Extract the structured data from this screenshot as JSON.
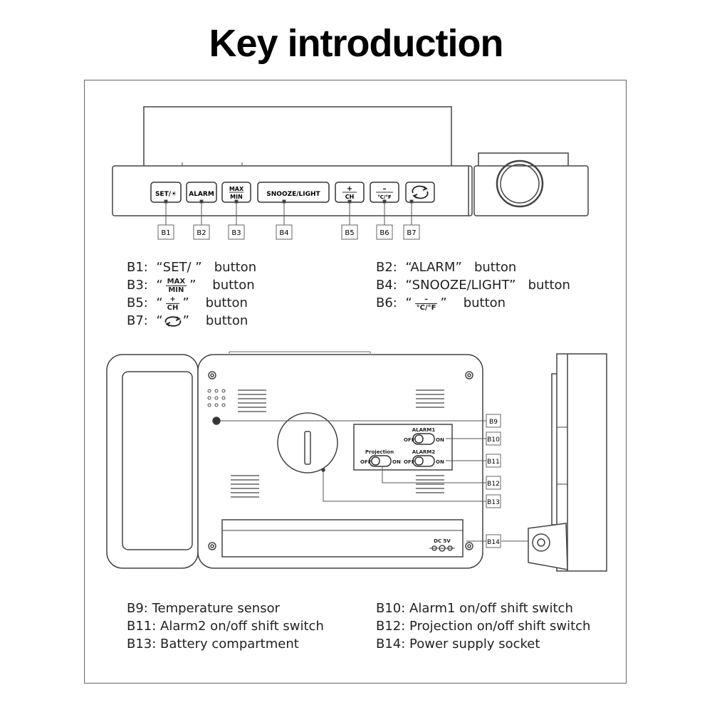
{
  "title": "Key introduction",
  "front_keys": [
    {
      "label": "SET/☀",
      "tag": "B1"
    },
    {
      "label": "ALARM",
      "tag": "B2"
    },
    {
      "top": "MAX",
      "bot": "MIN",
      "tag": "B3"
    },
    {
      "label": "SNOOZE/LIGHT",
      "tag": "B4"
    },
    {
      "top": "+",
      "bot": "CH",
      "tag": "B5"
    },
    {
      "top": "–",
      "bot": "°C/°F",
      "tag": "B6"
    },
    {
      "icon": "rotate-icon",
      "tag": "B7"
    }
  ],
  "button_list": {
    "b1": {
      "code": "B1:",
      "pre": "“SET/ ”",
      "post": "button"
    },
    "b2": {
      "code": "B2:",
      "pre": "“ALARM”",
      "post": "button"
    },
    "b3": {
      "code": "B3:",
      "q1": "“",
      "top": "MAX",
      "bot": "MIN",
      "q2": "”",
      "post": "button"
    },
    "b4": {
      "code": "B4:",
      "pre": "“SNOOZE/LIGHT”",
      "post": "button"
    },
    "b5": {
      "code": "B5:",
      "q1": "“",
      "top": "+",
      "bot": "CH",
      "q2": "”",
      "post": "button"
    },
    "b6": {
      "code": "B6:",
      "q1": "“",
      "top": "–",
      "bot": "°C/°F",
      "q2": "”",
      "post": "button"
    },
    "b7": {
      "code": "B7:",
      "q1": "“",
      "q2": "”",
      "post": "button"
    }
  },
  "back_labels": {
    "alarm1": "ALARM1",
    "alarm2": "ALARM2",
    "projection": "Projection",
    "off": "OFF",
    "on": "ON",
    "dc": "DC 5V"
  },
  "back_tags": [
    "B9",
    "B10",
    "B11",
    "B12",
    "B13",
    "B14"
  ],
  "part_list": [
    {
      "text": "B9: Temperature sensor"
    },
    {
      "text": "B10: Alarm1 on/off shift switch"
    },
    {
      "text": "B11: Alarm2 on/off shift switch"
    },
    {
      "text": "B12: Projection on/off shift switch"
    },
    {
      "text": "B13: Battery compartment"
    },
    {
      "text": "B14: Power supply socket"
    }
  ]
}
